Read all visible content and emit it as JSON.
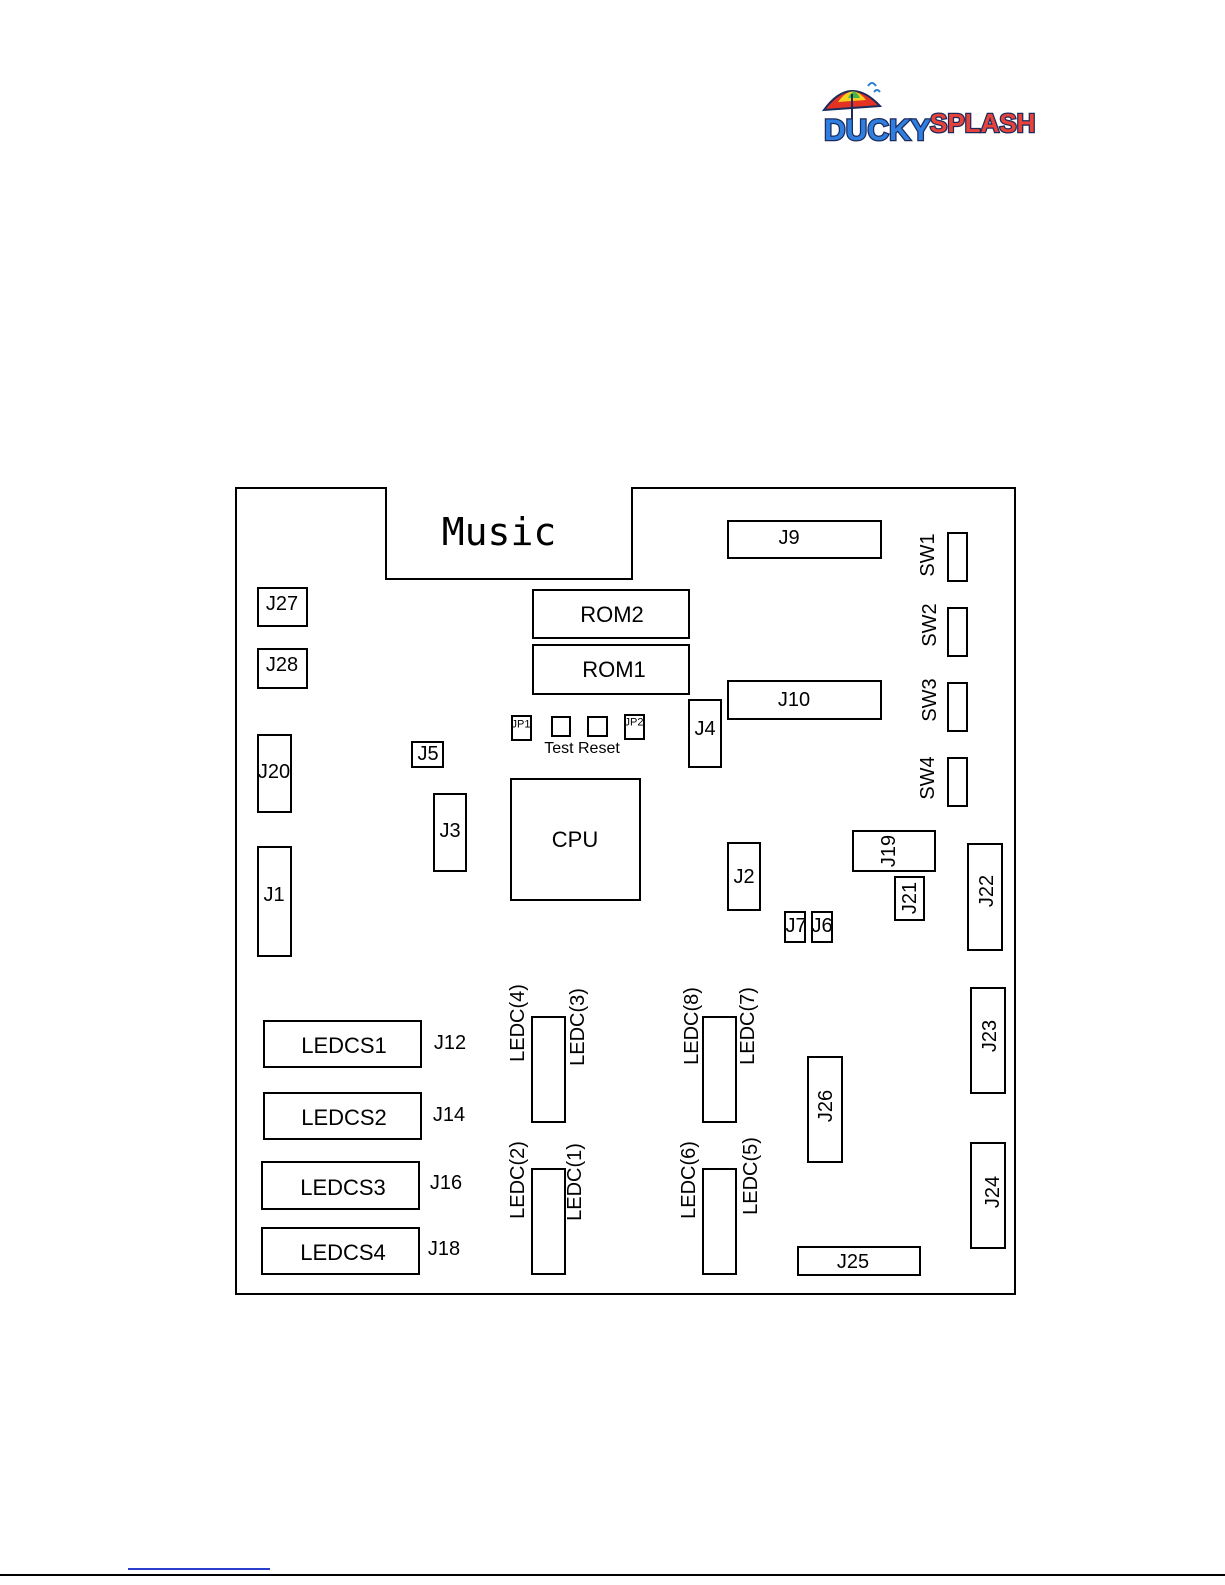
{
  "logo": {
    "word1": "DUCKY",
    "word2": "SPLASH",
    "colors": {
      "umbrella_red": "#e53323",
      "umbrella_yellow": "#f7d11e",
      "umbrella_green": "#46b649",
      "umbrella_blue": "#2b7fd4",
      "text_blue": "#2f7fe0",
      "text_red": "#e8433a",
      "outline": "#1c2a5c"
    }
  },
  "diagram": {
    "music": "Music",
    "rom2": "ROM2",
    "rom1": "ROM1",
    "cpu": "CPU",
    "jp1": "JP1",
    "jp2": "JP2",
    "test_reset": "Test Reset",
    "j1": "J1",
    "j2": "J2",
    "j3": "J3",
    "j4": "J4",
    "j5": "J5",
    "j6": "J6",
    "j7": "J7",
    "j9": "J9",
    "j10": "J10",
    "j12": "J12",
    "j14": "J14",
    "j16": "J16",
    "j18": "J18",
    "j19": "J19",
    "j20": "J20",
    "j21": "J21",
    "j22": "J22",
    "j23": "J23",
    "j24": "J24",
    "j25": "J25",
    "j26": "J26",
    "j27": "J27",
    "j28": "J28",
    "sw1": "SW1",
    "sw2": "SW2",
    "sw3": "SW3",
    "sw4": "SW4",
    "ledcs1": "LEDCS1",
    "ledcs2": "LEDCS2",
    "ledcs3": "LEDCS3",
    "ledcs4": "LEDCS4",
    "ledc1": "LEDC(1)",
    "ledc2": "LEDC(2)",
    "ledc3": "LEDC(3)",
    "ledc4": "LEDC(4)",
    "ledc5": "LEDC(5)",
    "ledc6": "LEDC(6)",
    "ledc7": "LEDC(7)",
    "ledc8": "LEDC(8)"
  }
}
